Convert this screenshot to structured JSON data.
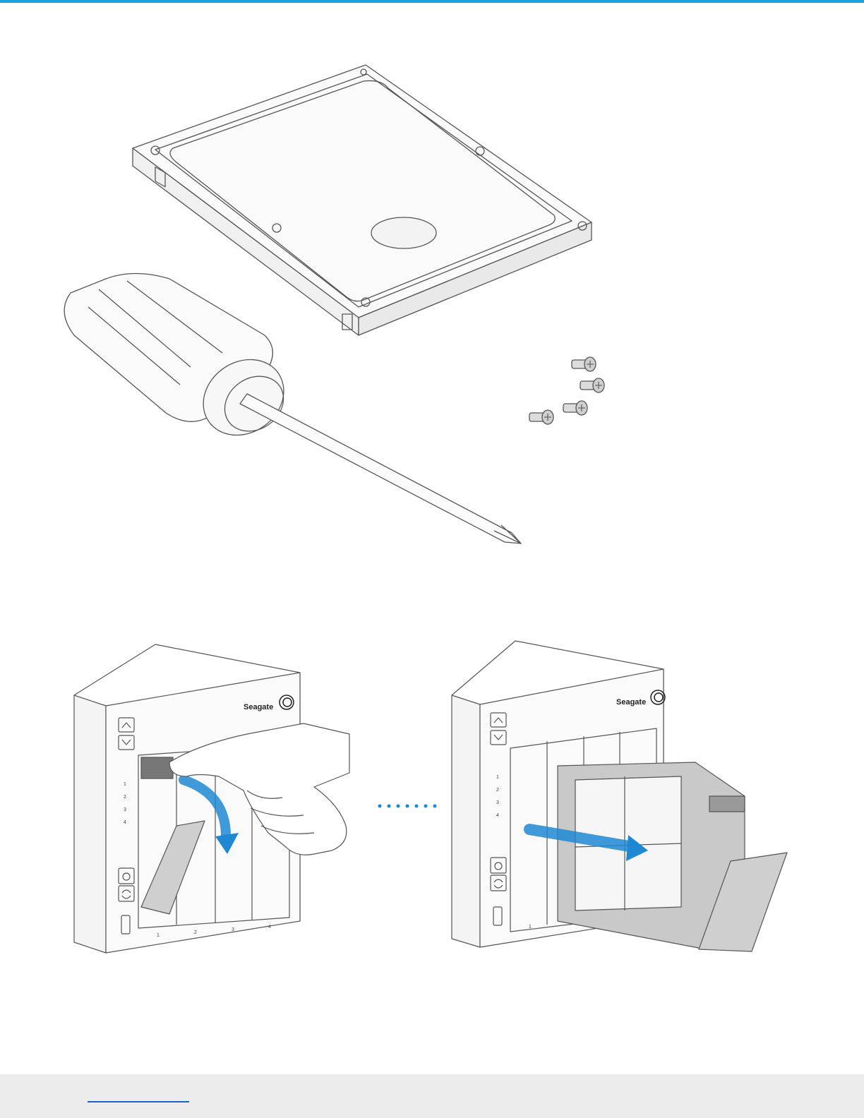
{
  "colors": {
    "accent": "#1aa3dc",
    "footer_band": "#ececec",
    "link": "#1a5fc2"
  },
  "figures": {
    "top": {
      "icons": [
        "hard-drive-icon",
        "screwdriver-icon",
        "screw-icon"
      ]
    },
    "left_panel": {
      "brand": "Seagate",
      "led_numbers": [
        "1",
        "2",
        "3",
        "4"
      ],
      "bay_numbers": [
        "1",
        "2",
        "3",
        "4"
      ]
    },
    "right_panel": {
      "brand": "Seagate",
      "led_numbers": [
        "1",
        "2",
        "3",
        "4"
      ],
      "bay_numbers": [
        "1"
      ]
    }
  },
  "footer": {
    "link_text": ""
  }
}
